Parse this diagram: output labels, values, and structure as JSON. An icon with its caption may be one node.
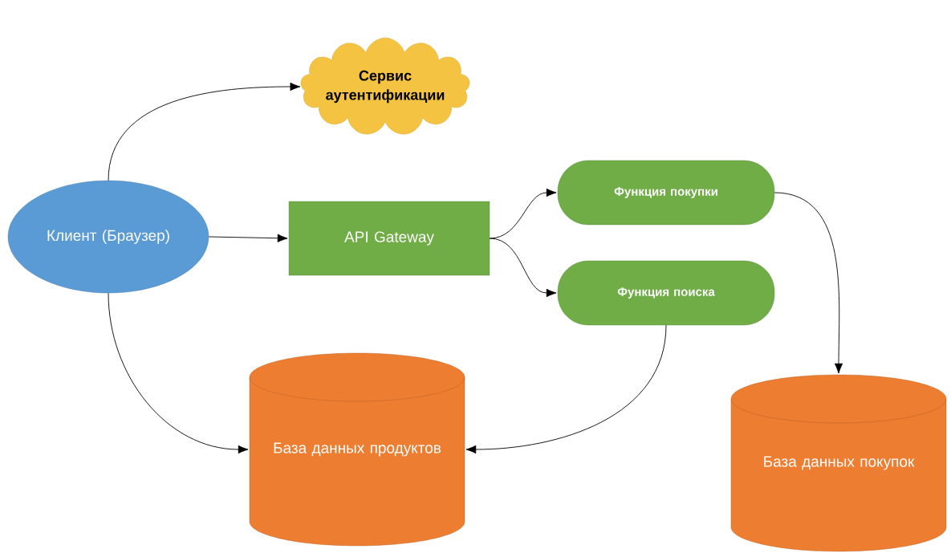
{
  "diagram": {
    "nodes": [
      {
        "text": [
          "Сервис аутентификации"
        ]
      },
      {
        "text": [
          "Клиент (Браузер)"
        ]
      },
      {
        "text": [
          "API Gateway"
        ]
      },
      {
        "text": [
          "Функция покупки"
        ]
      },
      {
        "text": [
          "Функция поиска"
        ]
      },
      {
        "text": [
          "База данных продуктов"
        ]
      },
      {
        "text": [
          "База данных покупок"
        ]
      }
    ],
    "edges": [
      {
        "from": 1,
        "to": 0,
        "arrow": "to"
      },
      {
        "from": 1,
        "to": 2,
        "arrow": "to"
      },
      {
        "from": 2,
        "to": 3,
        "arrow": "to"
      },
      {
        "from": 2,
        "to": 4,
        "arrow": "to"
      },
      {
        "from": 3,
        "to": 6,
        "arrow": "to"
      },
      {
        "from": 4,
        "to": 5,
        "arrow": "to"
      },
      {
        "from": 1,
        "to": 5,
        "arrow": "to"
      }
    ]
  }
}
